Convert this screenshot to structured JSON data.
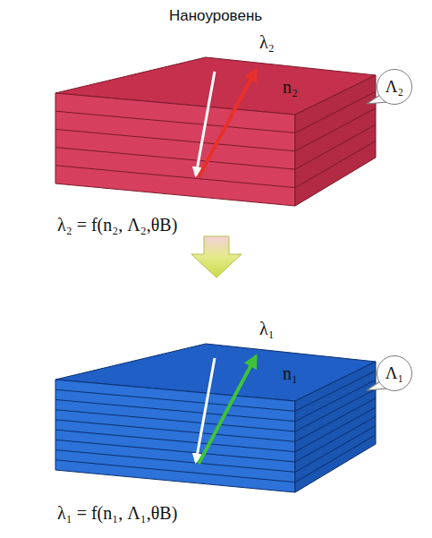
{
  "diagram": {
    "title": "Наноуровень",
    "nodes": [
      {
        "text": [
          "Λ₂"
        ]
      },
      {
        "text": [
          "Λ₁"
        ]
      }
    ],
    "labels": [
      "λ₂",
      "n₂",
      "λ₂ = f(n₂, Λ₂,θB)",
      "λ₁",
      "n₁",
      "λ₁ = f(n₁, Λ₁,θB)"
    ]
  }
}
